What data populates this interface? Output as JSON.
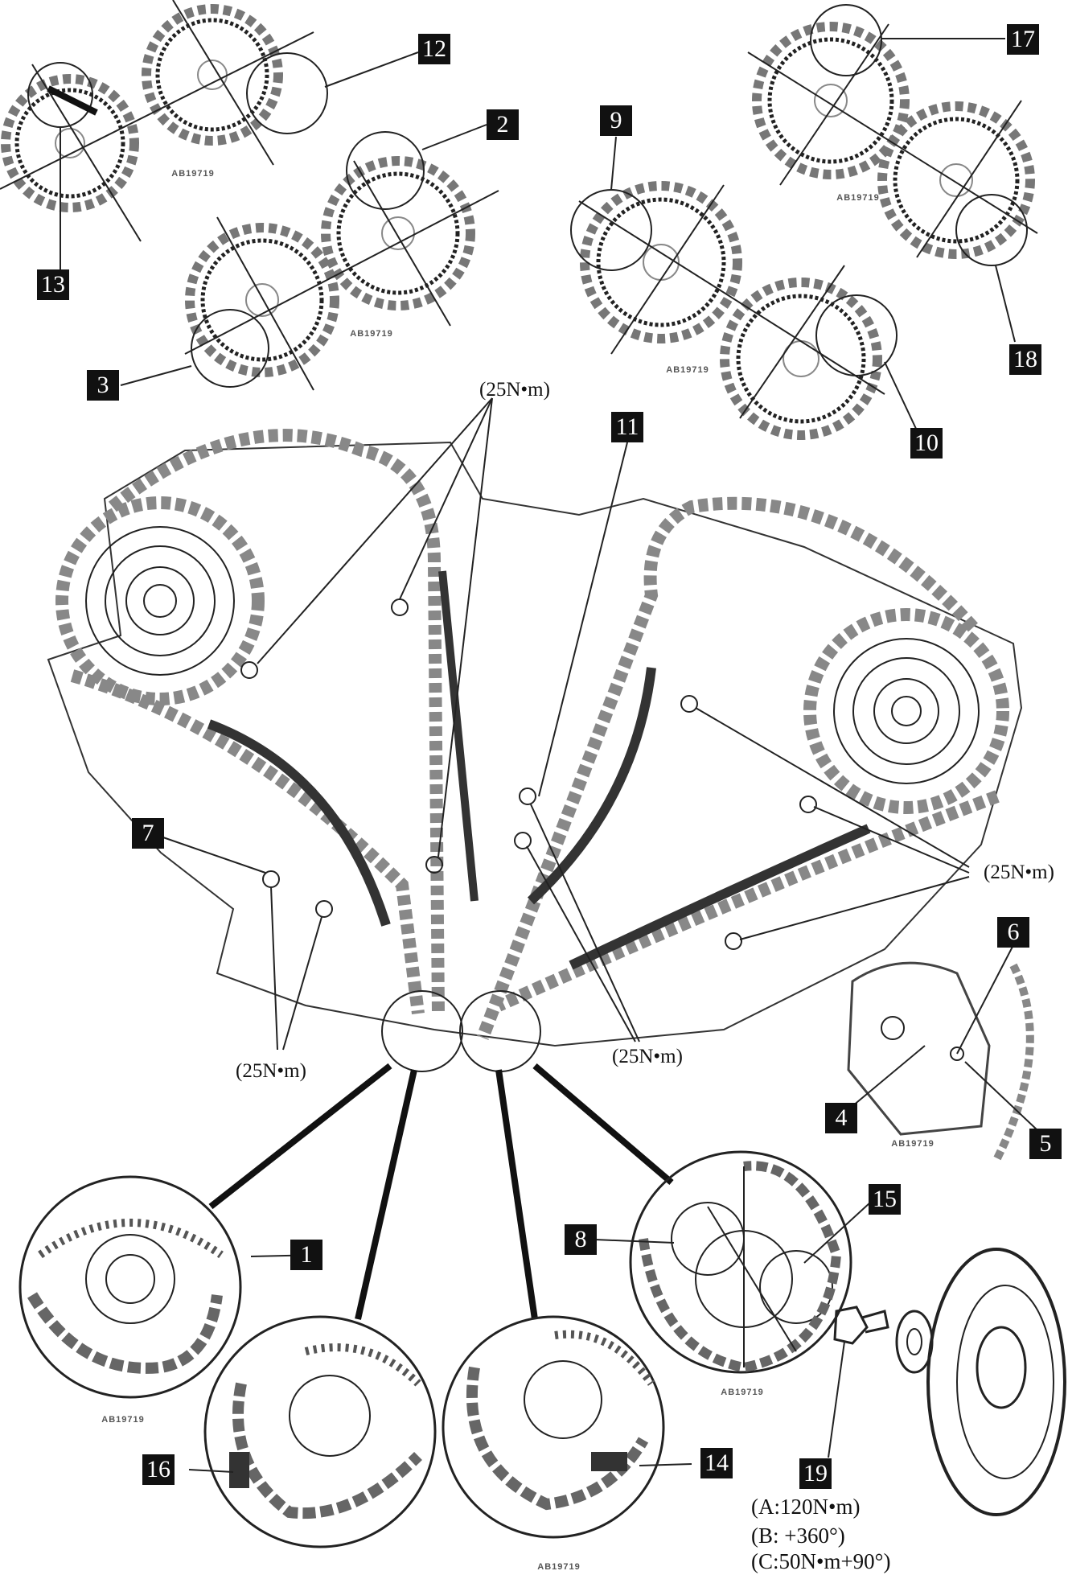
{
  "callouts": [
    "1",
    "2",
    "3",
    "4",
    "5",
    "6",
    "7",
    "8",
    "9",
    "10",
    "11",
    "12",
    "13",
    "14",
    "15",
    "16",
    "17",
    "18",
    "19"
  ],
  "torque_label": "(25N•m)",
  "figure_code": "AB19719",
  "bolt_spec": {
    "a": "(A:120N•m)",
    "b": "(B: +360°)",
    "c": "(C:50N•m+90°)"
  }
}
